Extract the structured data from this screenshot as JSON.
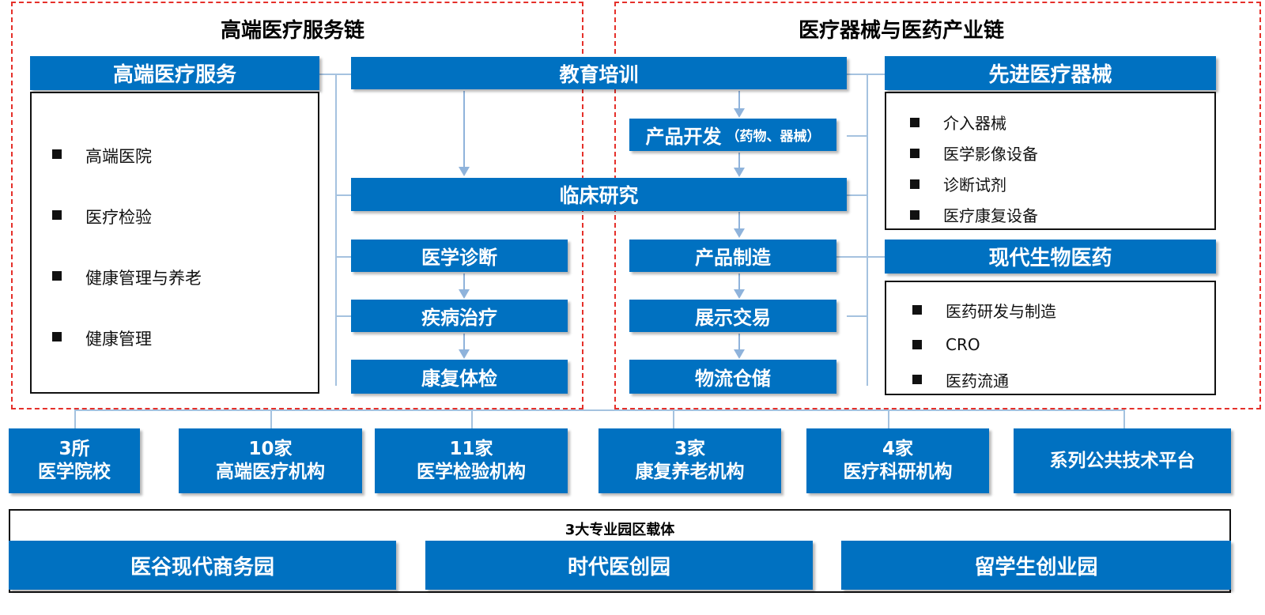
{
  "left_section": {
    "title": "高端医疗服务链",
    "header": "高端医疗服务",
    "items": [
      "高端医院",
      "医疗检验",
      "健康管理与养老",
      "健康管理"
    ]
  },
  "right_section": {
    "title": "医疗器械与医药产业链",
    "devices_header": "先进医疗器械",
    "devices_items": [
      "介入器械",
      "医学影像设备",
      "诊断试剂",
      "医疗康复设备"
    ],
    "pharma_header": "现代生物医药",
    "pharma_items": [
      "医药研发与制造",
      "CRO",
      "医药流通"
    ]
  },
  "center": {
    "education": "教育培训",
    "product_dev": "产品开发",
    "product_dev_note": "（药物、器械）",
    "clinical": "临床研究",
    "left_chain": [
      "医学诊断",
      "疾病治疗",
      "康复体检"
    ],
    "right_chain": [
      "产品制造",
      "展示交易",
      "物流仓储"
    ]
  },
  "institutions": [
    {
      "line1": "3所",
      "line2": "医学院校"
    },
    {
      "line1": "10家",
      "line2": "高端医疗机构"
    },
    {
      "line1": "11家",
      "line2": "医学检验机构"
    },
    {
      "line1": "3家",
      "line2": "康复养老机构"
    },
    {
      "line1": "4家",
      "line2": "医疗科研机构"
    },
    {
      "line1": "",
      "line2": "系列公共技术平台"
    }
  ],
  "parks": {
    "title": "3大专业园区载体",
    "items": [
      "医谷现代商务园",
      "时代医创园",
      "留学生创业园"
    ]
  },
  "colors": {
    "box_blue": "#0071c1",
    "dash_red": "#e5302a",
    "connector": "#a5c2df"
  }
}
